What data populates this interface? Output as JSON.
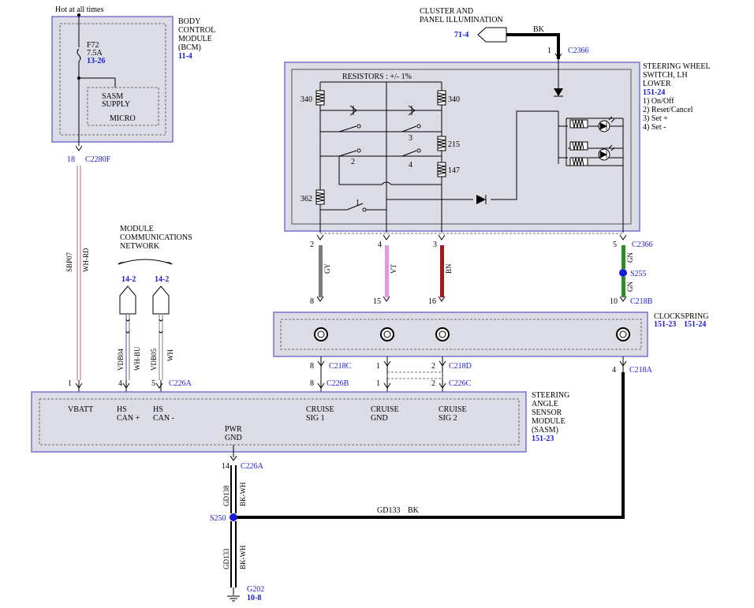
{
  "hot_label": "Hot at all times",
  "bcm": {
    "line1": "BODY",
    "line2": "CONTROL",
    "line3": "MODULE",
    "line4": "(BCM)",
    "ref": "11-4",
    "fuse_name": "F72",
    "fuse_rating": "7.5A",
    "fuse_ref": "13-26",
    "sasm_supply1": "SASM",
    "sasm_supply2": "SUPPLY",
    "micro": "MICRO",
    "pin": "18",
    "connector": "C2280F"
  },
  "cluster": {
    "line1": "CLUSTER AND",
    "line2": "PANEL ILLUMINATION",
    "ref": "71-4",
    "wire_color": "BK",
    "pin": "1",
    "connector": "C2366"
  },
  "switch": {
    "line1": "STEERING WHEEL",
    "line2": "SWITCH, LH",
    "line3": "LOWER",
    "ref": "151-24",
    "functions": [
      "1) On/Off",
      "2) Reset/Cancel",
      "3) Set +",
      "4) Set -"
    ],
    "resistors_label": "RESISTORS : +/- 1%",
    "r340a": "340",
    "r340b": "340",
    "r215": "215",
    "r147": "147",
    "r362": "362",
    "sw1": "1",
    "sw2": "2",
    "sw3": "3",
    "sw4": "4"
  },
  "network": {
    "line1": "MODULE",
    "line2": "COMMUNICATIONS",
    "line3": "NETWORK",
    "ref1": "14-2",
    "ref2": "14-2"
  },
  "wires_upper": {
    "p_gy": "2",
    "p_vt": "4",
    "p_bn": "3",
    "p_gn": "5",
    "c_top": "C2366",
    "gy": "GY",
    "vt": "VT",
    "bn": "BN",
    "gn1": "GN",
    "gn2": "GN",
    "splice": "S255",
    "p8": "8",
    "p15": "15",
    "p16": "16",
    "p10": "10",
    "c_218b": "C218B"
  },
  "clockspring": {
    "label": "CLOCKSPRING",
    "ref1": "151-23",
    "ref2": "151-24",
    "pin8": "8",
    "c218c": "C218C",
    "pin1": "1",
    "pin2": "2",
    "c218d": "C218D",
    "pin4": "4",
    "c218a": "C218A"
  },
  "sasm": {
    "line1": "STEERING",
    "line2": "ANGLE",
    "line3": "SENSOR",
    "line4": "MODULE",
    "line5": "(SASM)",
    "ref": "151-23",
    "vbatt": "VBATT",
    "hs1a": "HS",
    "hs1b": "CAN +",
    "hs2a": "HS",
    "hs2b": "CAN -",
    "cs1a": "CRUISE",
    "cs1b": "SIG 1",
    "cga": "CRUISE",
    "cgb": "GND",
    "cs2a": "CRUISE",
    "cs2b": "SIG 2",
    "pwra": "PWR",
    "pwrb": "GND",
    "pin1": "1",
    "pin4": "4",
    "pin5": "5",
    "c226a": "C226A",
    "pin8": "8",
    "c226b": "C226B",
    "pin1b": "1",
    "pin2": "2",
    "c226c": "C226C",
    "circ_vbatt": "SBP07",
    "col_vbatt": "WH-RD",
    "circ_can1": "VDB04",
    "col_can1": "WH-BU",
    "circ_can2": "VDB05",
    "col_can2": "WH"
  },
  "ground": {
    "pin14": "14",
    "c226a": "C226A",
    "circ1": "GD138",
    "col1": "BK-WH",
    "splice": "S250",
    "circ_h": "GD133",
    "col_h": "BK",
    "circ2": "GD133",
    "col2": "BK-WH",
    "g202": "G202",
    "ref": "10-8"
  }
}
